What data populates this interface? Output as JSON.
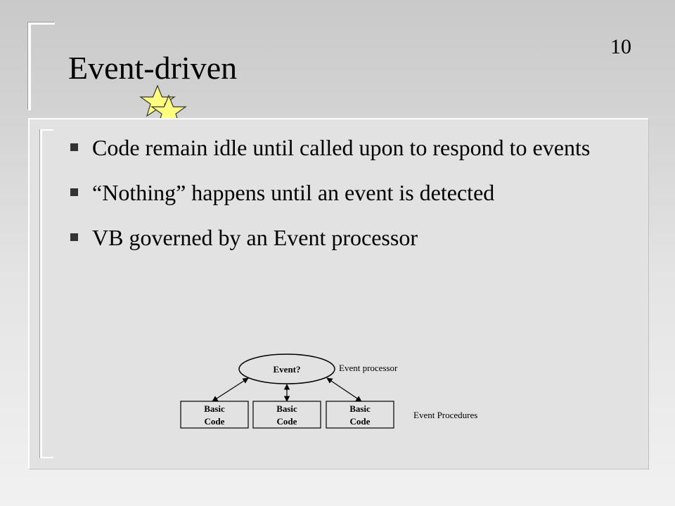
{
  "slide": {
    "number": "10",
    "title": "Event-driven"
  },
  "bullets": [
    {
      "text": "Code remain idle until called upon to respond to events"
    },
    {
      "text": "“Nothing” happens until an event is detected"
    },
    {
      "text": "VB governed by an Event processor"
    }
  ],
  "diagram": {
    "event_node": "Event?",
    "event_processor_label": "Event processor",
    "event_procedures_label": "Event Procedures",
    "code_boxes": [
      {
        "line1": "Basic",
        "line2": "Code"
      },
      {
        "line1": "Basic",
        "line2": "Code"
      },
      {
        "line1": "Basic",
        "line2": "Code"
      }
    ]
  },
  "colors": {
    "star_fill": "#ffff80",
    "star_stroke": "#333333",
    "bullet_marker": "#333333"
  }
}
